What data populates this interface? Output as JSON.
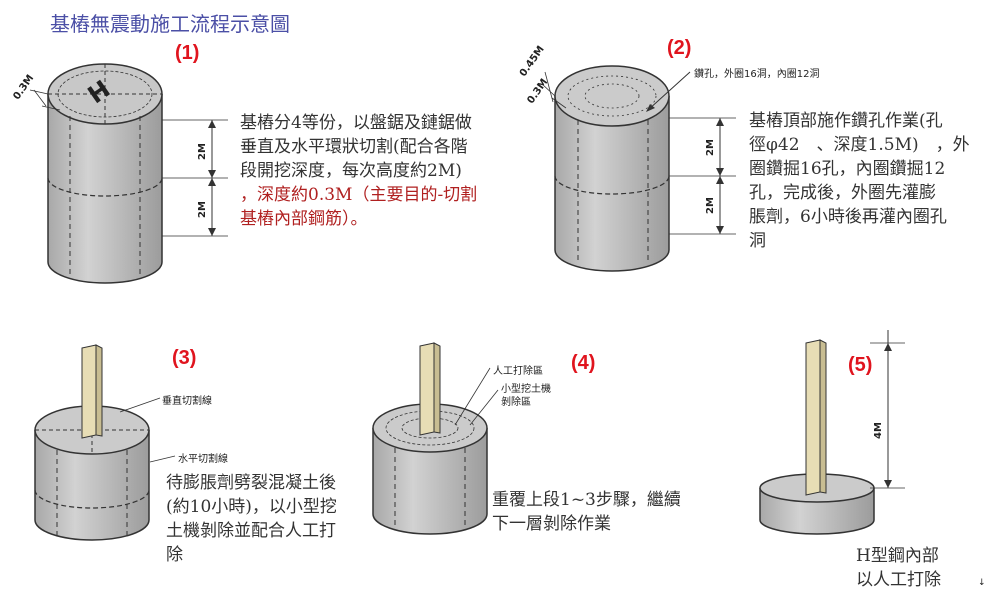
{
  "title": "基樁無震動施工流程示意圖",
  "steps": [
    {
      "number": "(1)",
      "dim_top": "0.3M",
      "dims": [
        "2M",
        "2M"
      ],
      "text_lines": [
        "基樁分4等份，以盤鋸及鏈鋸做",
        "垂直及水平環狀切割(配合各階",
        "段開挖深度，每次高度約2M)",
        "，深度約0.3M（主要目的-切割",
        "基樁內部鋼筋）。"
      ]
    },
    {
      "number": "(2)",
      "dim_top_outer": "0.45M",
      "dim_top_inner": "0.3M",
      "callout": "鑽孔，外圈16洞，內圈12洞",
      "dims": [
        "2M",
        "2M"
      ],
      "text_lines": [
        "基樁頂部施作鑽孔作業(孔",
        "徑φ42　、深度1.5M)　，外",
        "圈鑽掘16孔，內圈鑽掘12",
        "孔，完成後，外圈先灌膨",
        "脹劑，6小時後再灌內圈孔",
        "洞"
      ]
    },
    {
      "number": "(3)",
      "label_vertical": "垂直切割線",
      "label_horizontal": "水平切割線",
      "text_lines": [
        "待膨脹劑劈裂混凝土後",
        "(約10小時)，以小型挖",
        "土機剝除並配合人工打",
        "除"
      ]
    },
    {
      "number": "(4)",
      "label_manual": "人工打除區",
      "label_machine_1": "小型挖土機",
      "label_machine_2": "剝除區",
      "text_lines": [
        "重覆上段1~3步驟，繼續",
        "下一層剝除作業"
      ]
    },
    {
      "number": "(5)",
      "dim": "4M",
      "text_lines": [
        "H型鋼內部",
        "以人工打除"
      ]
    }
  ],
  "pile_mark": "H",
  "colors": {
    "concrete": "#c9c9c9",
    "concrete_dark": "#a9a9a9",
    "beam": "#e7ddb5",
    "step_number": "#e0141e",
    "title": "#4b4fa6"
  },
  "corner_mark": "↓"
}
